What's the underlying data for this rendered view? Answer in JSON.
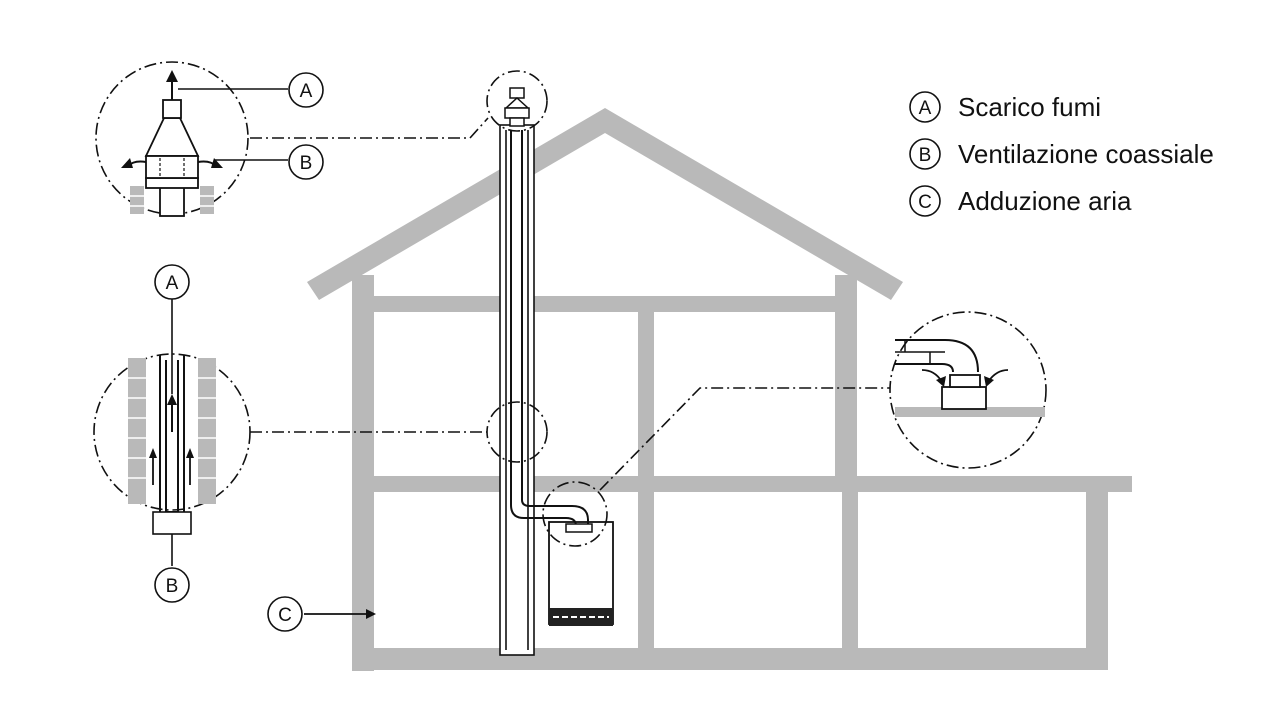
{
  "legend": [
    {
      "letter": "A",
      "text": "Scarico fumi"
    },
    {
      "letter": "B",
      "text": "Ventilazione coassiale"
    },
    {
      "letter": "C",
      "text": "Adduzione aria"
    }
  ],
  "markers": {
    "top_a": "A",
    "top_b": "B",
    "side_a": "A",
    "side_b": "B",
    "room_c": "C"
  },
  "colors": {
    "wall": "#b9b9b9",
    "line": "#111111",
    "background": "#ffffff"
  }
}
